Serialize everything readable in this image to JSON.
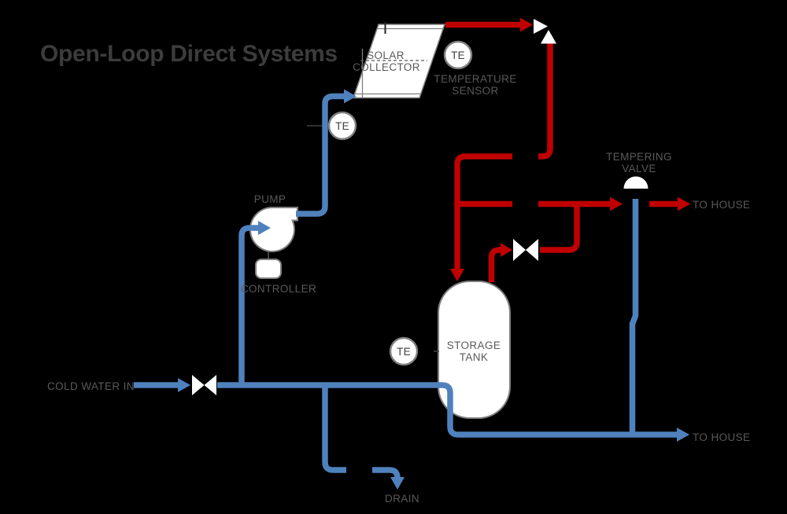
{
  "title": "Open-Loop Direct Systems",
  "colors": {
    "hot_pipe": "#C00000",
    "cold_pipe": "#4F81BD",
    "label": "#595959",
    "title": "#3C3C3C",
    "shape_outline": "#808080",
    "background": "#000000"
  },
  "components": {
    "solar_collector": {
      "label_line1": "SOLAR",
      "label_line2": "COLLECTOR"
    },
    "collector_sensor": {
      "tag": "TE",
      "label_line1": "TEMPERATURE",
      "label_line2": "SENSOR"
    },
    "pipe_sensor": {
      "tag": "TE"
    },
    "tank_sensor": {
      "tag": "TE"
    },
    "pump": {
      "label": "PUMP"
    },
    "controller": {
      "label": "CONTROLLER"
    },
    "storage_tank": {
      "label_line1": "STORAGE",
      "label_line2": "TANK"
    },
    "tempering_valve": {
      "label_line1": "TEMPERING",
      "label_line2": "VALVE"
    }
  },
  "flows": {
    "cold_water_in": "COLD WATER IN",
    "to_house_top": "TO HOUSE",
    "to_house_bottom": "TO HOUSE",
    "drain": "DRAIN"
  }
}
